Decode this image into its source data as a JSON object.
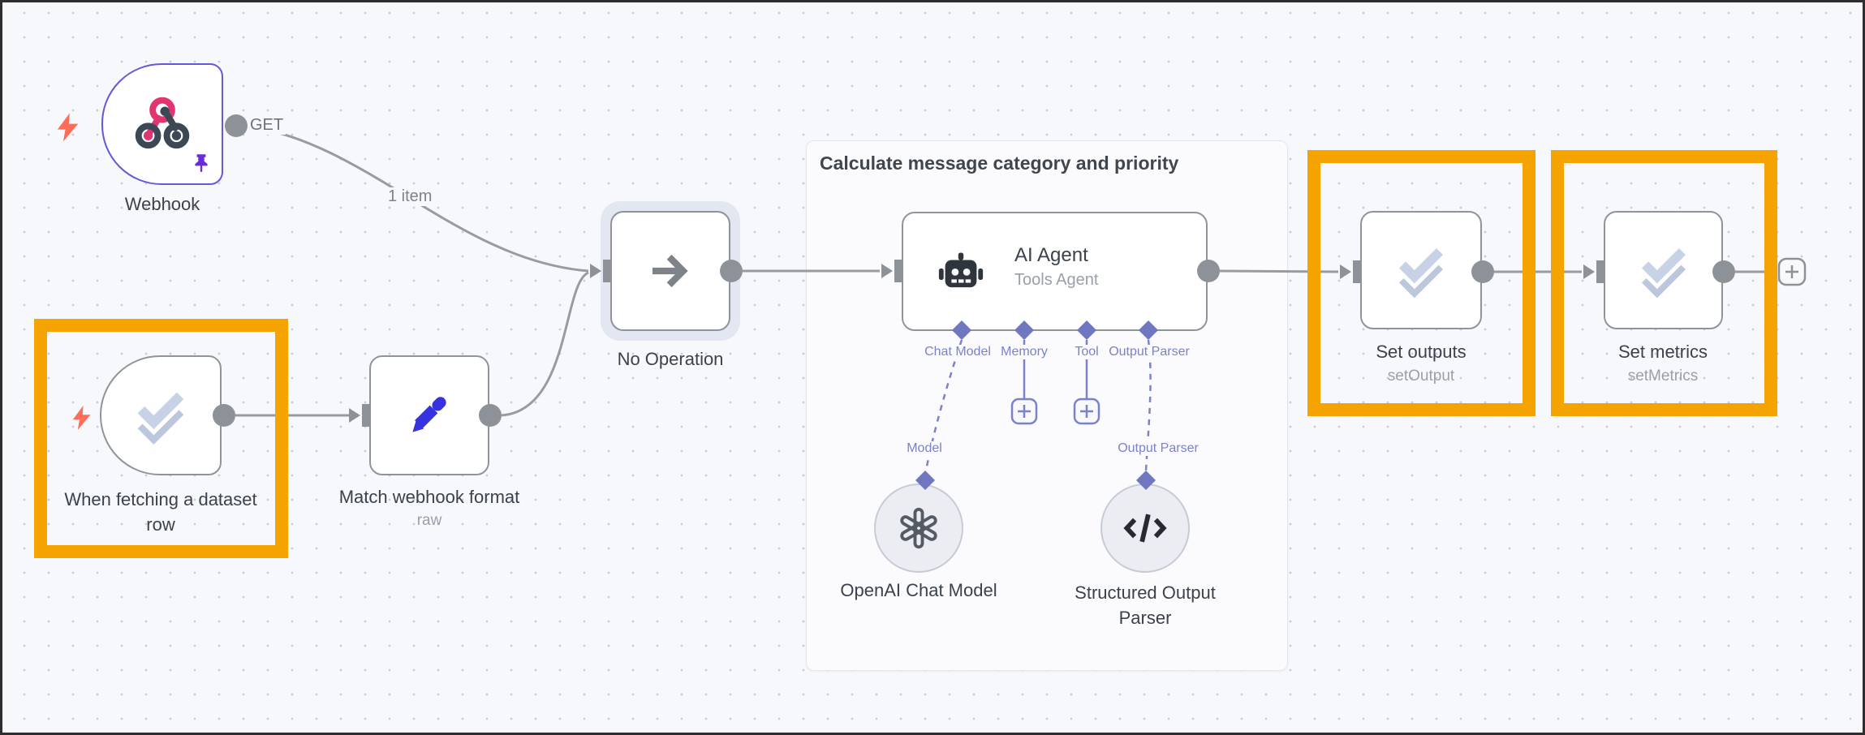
{
  "canvas": {
    "bg": "#f7f8fb",
    "dot_color": "#c9cdd4",
    "frame_color": "#2e2e2e"
  },
  "colors": {
    "node_border": "#8f949c",
    "trigger_selected_border": "#6459d9",
    "edge": "#9a9ba1",
    "port": "#8d9298",
    "ai_connector": "#7b82c9",
    "highlight_box": "#f5a300",
    "label": "#3b424b",
    "sublabel": "#9aa0a9",
    "bolt": "#ff6d59",
    "pencil": "#3632e2"
  },
  "group": {
    "title": "Calculate message category and priority"
  },
  "edge_labels": {
    "webhook_method": "GET",
    "webhook_items": "1 item"
  },
  "nodes": {
    "webhook": {
      "label": "Webhook"
    },
    "dataset_trigger": {
      "label": "When fetching a dataset row"
    },
    "match_format": {
      "label": "Match webhook format",
      "sublabel": "raw"
    },
    "no_operation": {
      "label": "No Operation"
    },
    "ai_agent": {
      "label": "AI Agent",
      "sublabel": "Tools Agent",
      "connectors": [
        "Chat Model",
        "Memory",
        "Tool",
        "Output Parser"
      ]
    },
    "openai_model": {
      "label": "OpenAI Chat Model",
      "connector_label": "Model"
    },
    "output_parser": {
      "label": "Structured Output Parser",
      "connector_label": "Output Parser"
    },
    "set_outputs": {
      "label": "Set outputs",
      "sublabel": "setOutput"
    },
    "set_metrics": {
      "label": "Set metrics",
      "sublabel": "setMetrics"
    }
  },
  "plus": {
    "glyph": "+"
  }
}
